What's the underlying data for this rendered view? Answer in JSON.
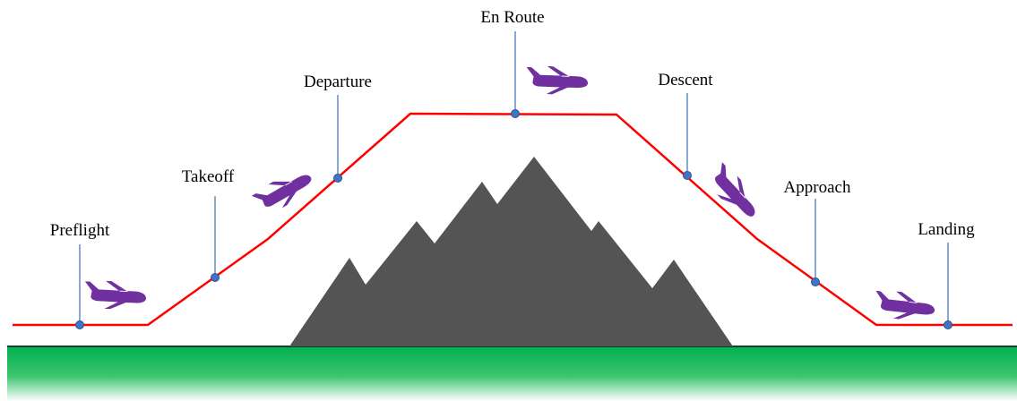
{
  "diagram": {
    "phases": [
      {
        "label": "Preflight"
      },
      {
        "label": "Takeoff"
      },
      {
        "label": "Departure"
      },
      {
        "label": "En Route"
      },
      {
        "label": "Descent"
      },
      {
        "label": "Approach"
      },
      {
        "label": "Landing"
      }
    ]
  },
  "colors": {
    "flight_path": "#ff0000",
    "leader_line": "#4a78c0",
    "marker": "#4472c4",
    "marker_outline": "#2f528f",
    "aircraft": "#7030a0",
    "mountain": "#545454",
    "ground_top": "#00b050",
    "ground_bottom": "#ffffff",
    "ground_edge": "#1a1a1a"
  },
  "icons": {
    "aircraft": "airplane-icon",
    "terrain": "mountain-shape"
  }
}
